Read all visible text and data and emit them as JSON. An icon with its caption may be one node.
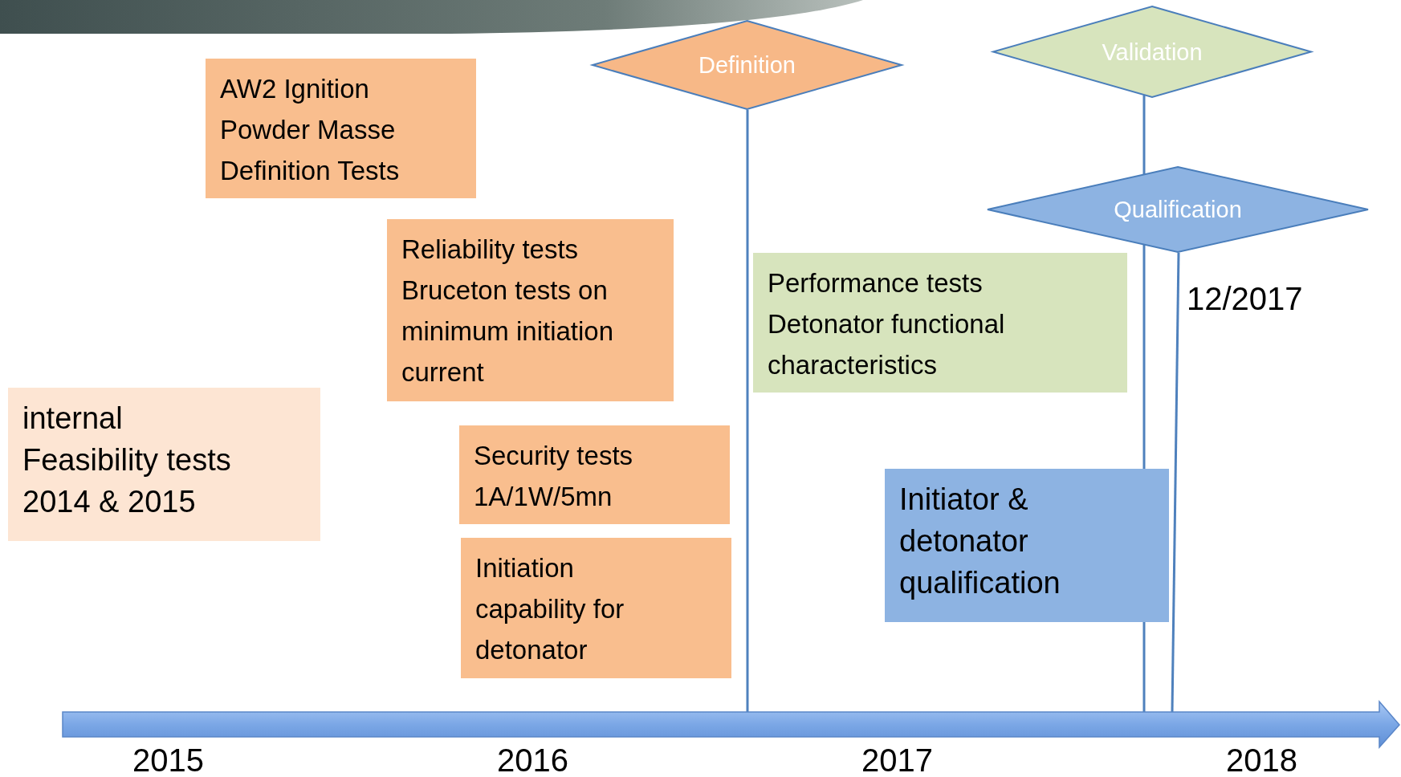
{
  "diagram": {
    "nodes": [
      {
        "text": [
          "AW2 Ignition Powder Masse Definition Tests"
        ]
      },
      {
        "text": [
          "Reliability tests Bruceton tests on minimum initiation current"
        ]
      },
      {
        "text": [
          "internal Feasibility tests 2014 & 2015"
        ]
      },
      {
        "text": [
          "Security tests 1A/1W/5mn"
        ]
      },
      {
        "text": [
          "Initiation capability for detonator"
        ]
      },
      {
        "text": [
          "Definition"
        ]
      },
      {
        "text": [
          "Validation"
        ]
      },
      {
        "text": [
          "Qualification"
        ]
      },
      {
        "text": [
          "Performance tests Detonator functional characteristics"
        ]
      },
      {
        "text": [
          "Initiator & detonator qualification"
        ]
      }
    ],
    "edges": [
      {
        "from": 5,
        "to": null,
        "arrow": "none"
      },
      {
        "from": 6,
        "to": null,
        "arrow": "none"
      },
      {
        "from": 7,
        "to": null,
        "arrow": "none"
      }
    ],
    "labels": [
      "12/2017",
      "2015",
      "2016",
      "2017",
      "2018"
    ]
  }
}
